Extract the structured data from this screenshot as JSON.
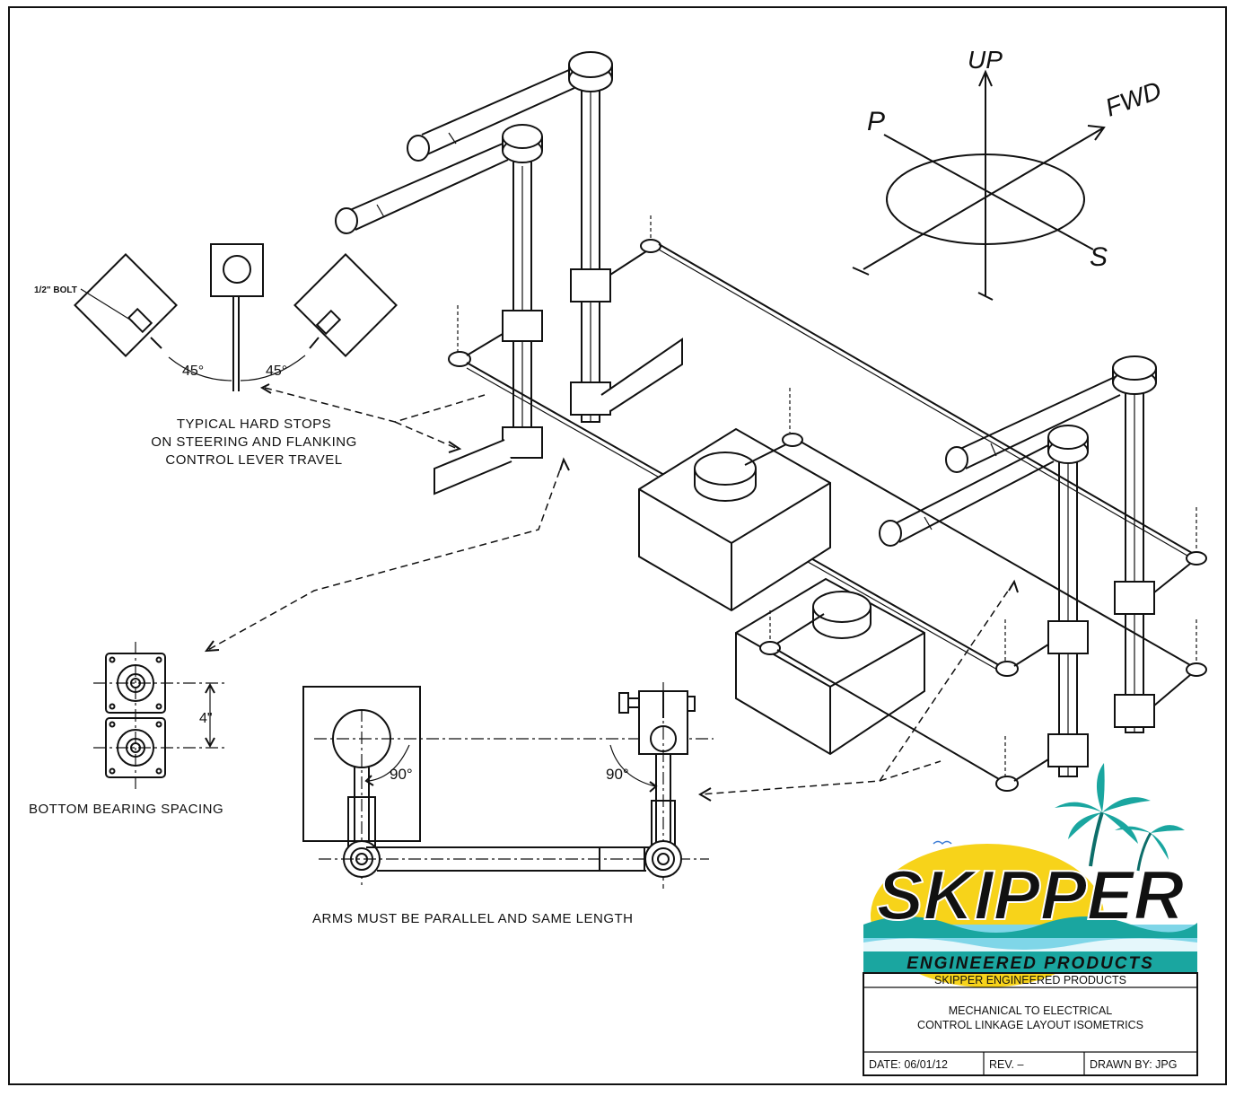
{
  "compass": {
    "up": "UP",
    "fwd": "FWD",
    "port": "P",
    "starboard": "S"
  },
  "hard_stops": {
    "bolt_label": "1/2\" BOLT",
    "angle_left": "45°",
    "angle_right": "45°",
    "caption": [
      "TYPICAL HARD STOPS",
      "ON STEERING AND FLANKING",
      "CONTROL LEVER TRAVEL"
    ]
  },
  "bearing": {
    "spacing": "4\"",
    "caption": "BOTTOM BEARING SPACING"
  },
  "arms": {
    "angle_left": "90°",
    "angle_right": "90°",
    "caption": "ARMS MUST BE PARALLEL AND SAME LENGTH"
  },
  "logo": {
    "wordmark": "SKIPPER",
    "subline": "ENGINEERED PRODUCTS",
    "colors": {
      "blue": "#1a4fa0",
      "teal": "#1aa6a0",
      "sun": "#f7d31a",
      "sea": "#7fd6e8"
    }
  },
  "title_block": {
    "company": "SKIPPER ENGINEERED PRODUCTS",
    "title_line1": "MECHANICAL TO ELECTRICAL",
    "title_line2": "CONTROL LINKAGE LAYOUT ISOMETRICS",
    "date": "DATE: 06/01/12",
    "rev": "REV. –",
    "drawn_by": "DRAWN BY: JPG"
  }
}
